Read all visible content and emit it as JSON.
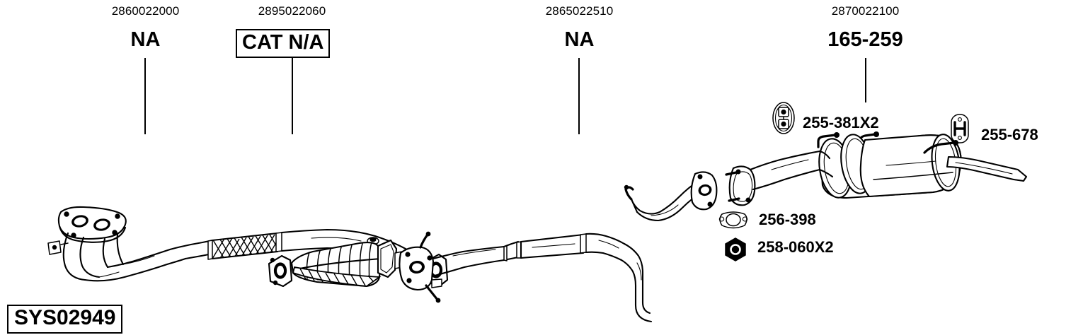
{
  "diagram": {
    "system_id": "SYS02949",
    "title_callouts": [
      {
        "code": "2860022000",
        "value": "NA",
        "boxed": false,
        "part": "front-exhaust-pipe"
      },
      {
        "code": "2895022060",
        "value": "CAT N/A",
        "boxed": true,
        "part": "catalytic-converter"
      },
      {
        "code": "2865022510",
        "value": "NA",
        "boxed": false,
        "part": "centre-silencer-pipe"
      },
      {
        "code": "2870022100",
        "value": "165-259",
        "boxed": false,
        "part": "rear-silencer"
      }
    ],
    "hardware_callouts": [
      {
        "label": "255-381X2",
        "icon": "rubber-mount-icon"
      },
      {
        "label": "255-678",
        "icon": "hanger-bracket-icon"
      },
      {
        "label": "256-398",
        "icon": "gasket-icon"
      },
      {
        "label": "258-060X2",
        "icon": "hex-nut-icon"
      }
    ],
    "colors": {
      "line": "#000000",
      "background": "#ffffff"
    }
  }
}
